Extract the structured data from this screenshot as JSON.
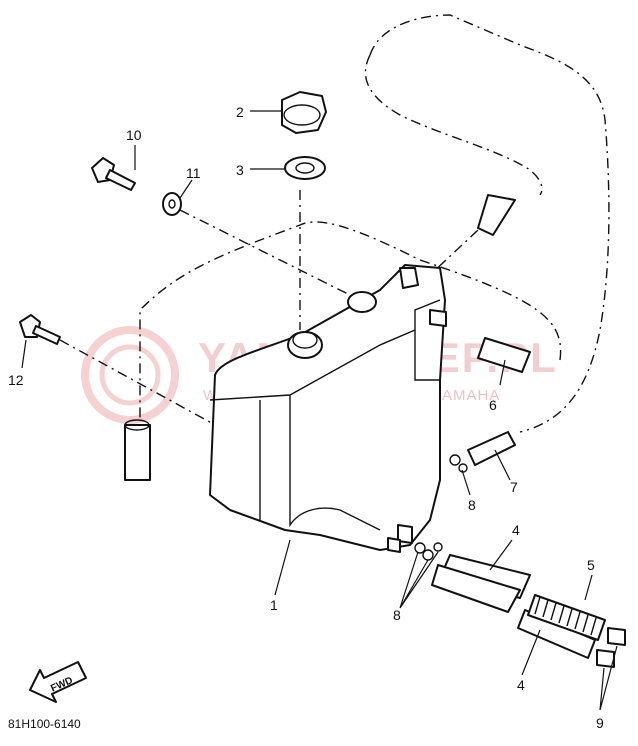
{
  "diagram": {
    "callouts": [
      "1",
      "2",
      "3",
      "4",
      "4",
      "5",
      "6",
      "7",
      "8",
      "8",
      "9",
      "10",
      "11",
      "12"
    ],
    "drawing_code": "81H100-6140",
    "fwd_label": "FWD"
  },
  "watermark": {
    "brand": "YAMA-SKLEP.PL",
    "dealer": "WOJCIECHOWICZ | DEALER YAMAHA"
  }
}
